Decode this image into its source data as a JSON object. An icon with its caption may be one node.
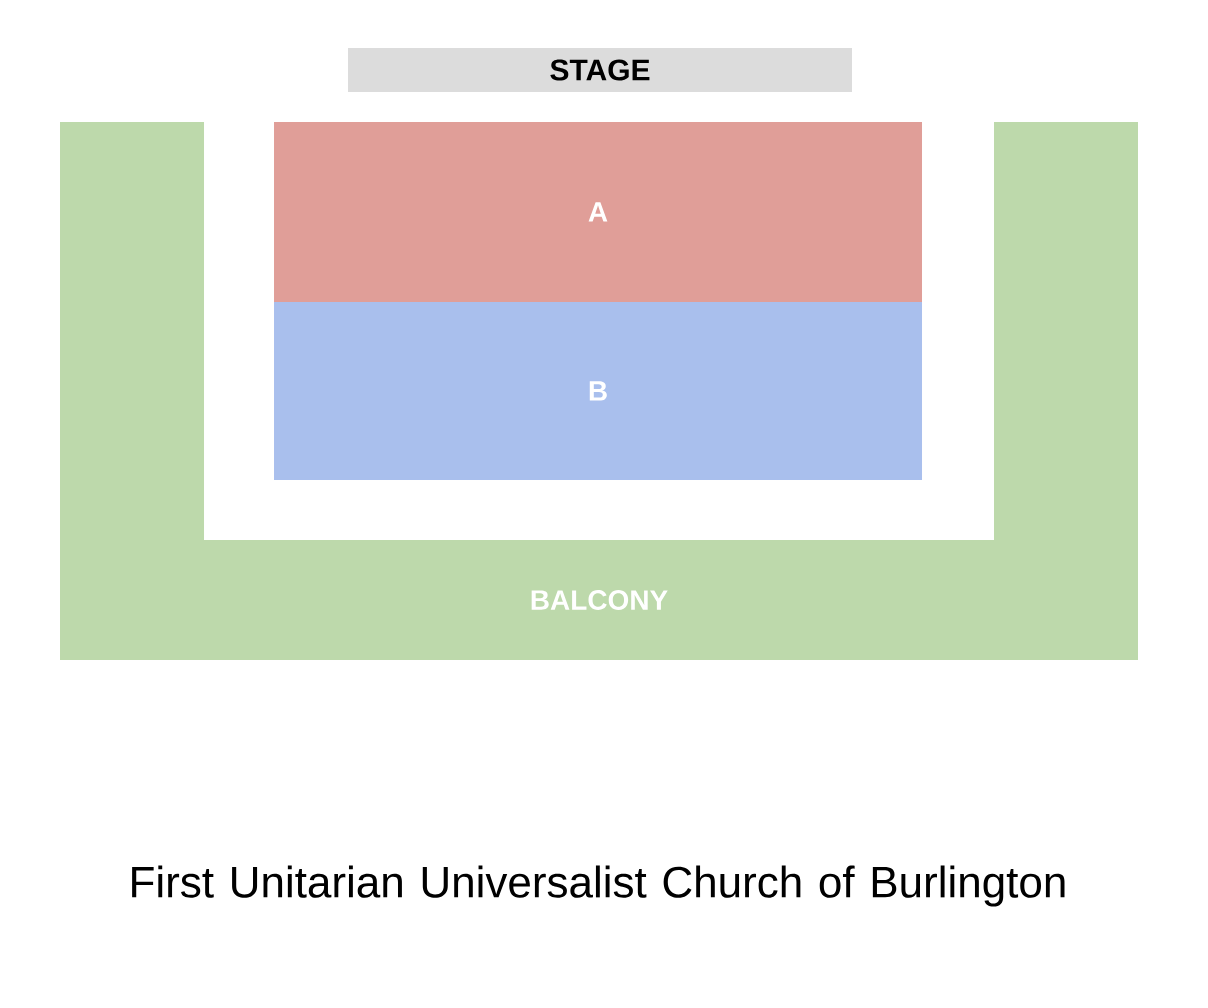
{
  "diagram": {
    "caption": "First Unitarian Universalist Church of Burlington",
    "nodes": [
      {
        "text": [
          "STAGE"
        ]
      },
      {
        "text": [
          "A"
        ]
      },
      {
        "text": [
          "B"
        ]
      },
      {
        "text": [
          "BALCONY"
        ]
      }
    ]
  }
}
